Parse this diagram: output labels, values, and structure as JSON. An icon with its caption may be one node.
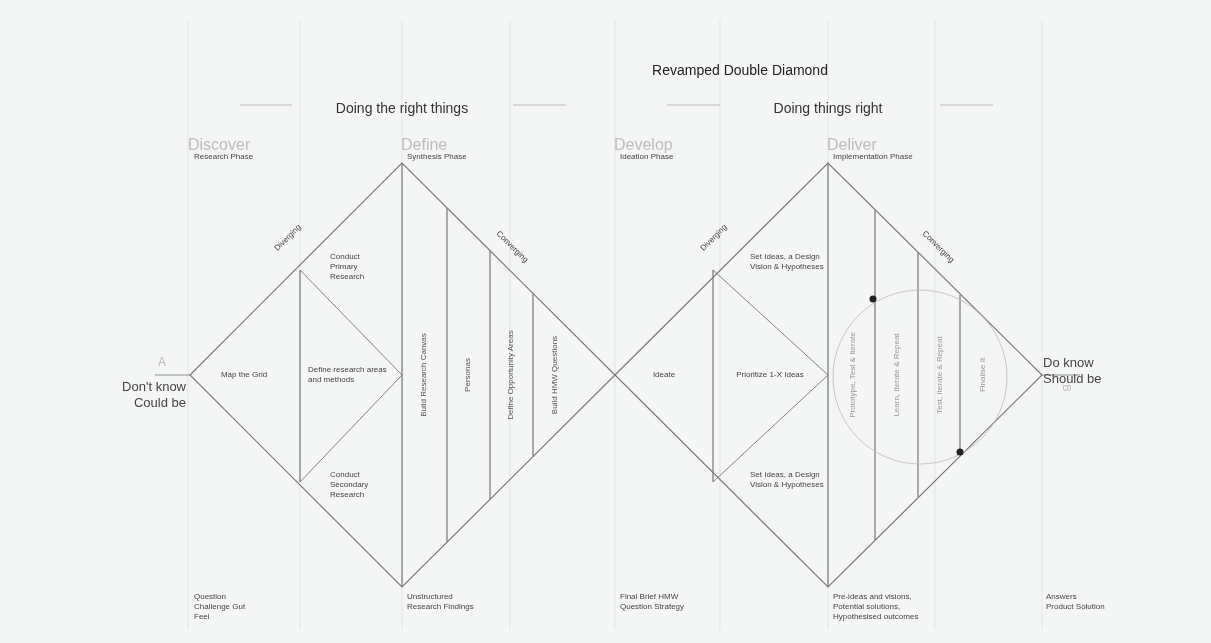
{
  "diagram": {
    "title": "Revamped Double Diamond",
    "labels": [
      "Doing the right things",
      "Doing things right",
      "Discover",
      "Research Phase",
      "Define",
      "Synthesis Phase",
      "Develop",
      "Ideation Phase",
      "Deliver",
      "Implementation Phase",
      "Diverging",
      "Conduct Primary Research",
      "Converging",
      "Diverging",
      "Set Ideas, a Design Vision & Hypotheses",
      "Converging",
      "A",
      "Map the Grid",
      "Define research areas and methods",
      "Build Research Canvas",
      "Personas",
      "Define Opportunity Areas",
      "Build HMW Questions",
      "Ideate",
      "Prioritize 1-X Ideas",
      "Prototype, Test & Iterate",
      "Learn, Iterate & Repeat",
      "Test, Iterate & Repeat",
      "Finalise It",
      "Do know Should be",
      "B",
      "Don't know Could be",
      "Conduct Secondary Research",
      "Set Ideas, a Design Vision & Hypotheses",
      "Question Challenge Gut Feel",
      "Unstructured Research Findings",
      "Final Brief HMW Question Strategy",
      "Pre-ideas and visions, Potential solutions, Hypothesised outcomes",
      "Answers Product Solution"
    ]
  }
}
